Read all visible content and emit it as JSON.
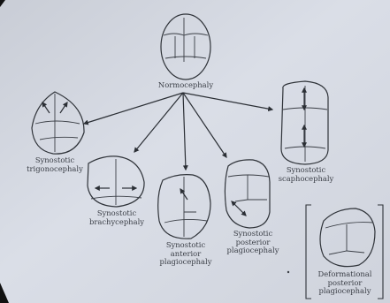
{
  "labels": {
    "normo": "Normocephaly",
    "trigono": [
      "Synostotic",
      "trigonocephaly"
    ],
    "scapho": [
      "Synostotic",
      "scaphocephaly"
    ],
    "brachy": [
      "Synostotic",
      "brachycephaly"
    ],
    "anterior": [
      "Synostotic",
      "anterior",
      "plagiocephaly"
    ],
    "posterior": [
      "Synostotic",
      "posterior",
      "plagiocephaly"
    ],
    "deformational": [
      "Deformational",
      "posterior",
      "plagiocephaly"
    ]
  },
  "colors": {
    "paper": "#d8dde6",
    "paper_edge": "#c4c9d2",
    "ink": "#2f3339",
    "background": "#000000"
  }
}
